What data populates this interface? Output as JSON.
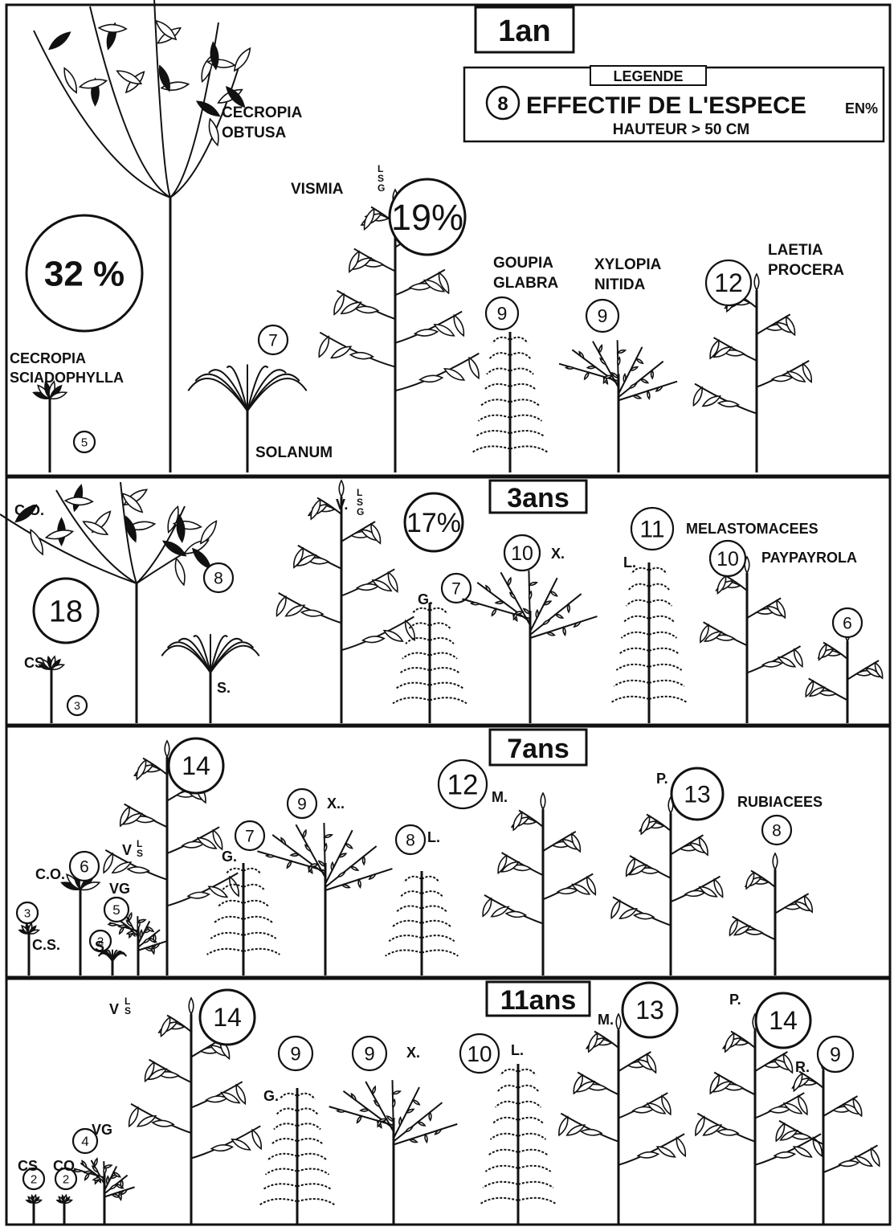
{
  "legend": {
    "title": "LEGENDE",
    "sample_number": "8",
    "line1": "EFFECTIF DE L'ESPECE",
    "line1_unit": "EN%",
    "line2": "HAUTEUR > 50 CM"
  },
  "panels": [
    {
      "title": "1an",
      "plants": [
        {
          "id": "cecropia-sciadophylla",
          "label": "CECROPIA\nSCIADOPHYLLA",
          "value": "5",
          "kind": "palmate",
          "h": 100
        },
        {
          "id": "cecropia-obtusa",
          "label": "CECROPIA\nOBTUSA",
          "value": "32 %",
          "kind": "cecropia",
          "h": 590
        },
        {
          "id": "solanum",
          "label": "SOLANUM",
          "value": "7",
          "kind": "umbrella",
          "h": 170
        },
        {
          "id": "vismia",
          "label": "VISMIA",
          "sublabel": "L\nS\nG",
          "value": "19%",
          "kind": "broad",
          "h": 340
        },
        {
          "id": "goupia-glabra",
          "label": "GOUPIA\nGLABRA",
          "value": "9",
          "kind": "fern",
          "h": 175
        },
        {
          "id": "xylopia-nitida",
          "label": "XYLOPIA\nNITIDA",
          "value": "9",
          "kind": "spray",
          "h": 175
        },
        {
          "id": "laetia-procera",
          "label": "LAETIA\nPROCERA",
          "value": "12",
          "kind": "broad",
          "h": 235
        }
      ]
    },
    {
      "title": "3ans",
      "plants": [
        {
          "id": "cecropia-sciadophylla",
          "label": "CS",
          "value": "3",
          "kind": "palmate",
          "h": 75
        },
        {
          "id": "cecropia-obtusa",
          "label": "C.O.",
          "value": "18",
          "kind": "cecropia",
          "h": 300
        },
        {
          "id": "solanum",
          "label": "S.",
          "value": "8",
          "kind": "umbrella",
          "h": 140
        },
        {
          "id": "vismia",
          "label": "V.",
          "sublabel": "L\nS\nG",
          "value": "17%",
          "kind": "broad",
          "h": 290
        },
        {
          "id": "goupia-glabra",
          "label": "G.",
          "value": "7",
          "kind": "fern",
          "h": 150
        },
        {
          "id": "xylopia-nitida",
          "label": "X.",
          "value": "10",
          "kind": "spray",
          "h": 200
        },
        {
          "id": "laetia-procera",
          "label": "L.",
          "value": "11",
          "kind": "fern",
          "h": 200
        },
        {
          "id": "melastomacees",
          "label": "MELASTOMACEES",
          "value": "10",
          "kind": "broad",
          "h": 195
        },
        {
          "id": "paypayrola",
          "label": "PAYPAYROLA",
          "value": "6",
          "kind": "broad",
          "h": 110
        }
      ]
    },
    {
      "title": "7ans",
      "plants": [
        {
          "id": "cecropia-sciadophylla",
          "label": "C.S.",
          "value": "3",
          "kind": "palmate",
          "h": 60
        },
        {
          "id": "cecropia-obtusa",
          "label": "C.O.",
          "value": "6",
          "kind": "palmate",
          "h": 115
        },
        {
          "id": "solanum",
          "label": "S.",
          "value": "2",
          "kind": "umbrella",
          "h": 40
        },
        {
          "id": "vismia-guianensis",
          "label": "VG",
          "value": "5",
          "kind": "spray",
          "h": 85
        },
        {
          "id": "vismia",
          "label": "V",
          "sublabel": "L\nS",
          "value": "14",
          "kind": "broad",
          "h": 280
        },
        {
          "id": "goupia-glabra",
          "label": "G.",
          "value": "7",
          "kind": "fern",
          "h": 140
        },
        {
          "id": "xylopia-nitida",
          "label": "X..",
          "value": "9",
          "kind": "spray",
          "h": 200
        },
        {
          "id": "laetia-procera",
          "label": "L.",
          "value": "8",
          "kind": "fern",
          "h": 130
        },
        {
          "id": "melastomacees",
          "label": "M.",
          "value": "12",
          "kind": "broad",
          "h": 215
        },
        {
          "id": "paypayrola",
          "label": "P.",
          "value": "13",
          "kind": "broad",
          "h": 210
        },
        {
          "id": "rubiacees",
          "label": "RUBIACEES",
          "value": "8",
          "kind": "broad",
          "h": 140
        }
      ]
    },
    {
      "title": "11ans",
      "plants": [
        {
          "id": "cecropia-sciadophylla",
          "label": "CS",
          "value": "2",
          "kind": "palmate",
          "h": 35
        },
        {
          "id": "cecropia-obtusa",
          "label": "CO",
          "value": "2",
          "kind": "palmate",
          "h": 35
        },
        {
          "id": "vismia-guianensis",
          "label": "VG",
          "value": "4",
          "kind": "spray",
          "h": 90
        },
        {
          "id": "vismia",
          "label": "V",
          "sublabel": "L\nS",
          "value": "14",
          "kind": "broad",
          "h": 270
        },
        {
          "id": "goupia-glabra",
          "label": "G.",
          "value": "9",
          "kind": "fern",
          "h": 170
        },
        {
          "id": "xylopia-nitida",
          "label": "X.",
          "value": "9",
          "kind": "spray",
          "h": 190
        },
        {
          "id": "laetia-procera",
          "label": "L.",
          "value": "10",
          "kind": "fern",
          "h": 200
        },
        {
          "id": "melastomacees",
          "label": "M.",
          "value": "13",
          "kind": "broad",
          "h": 250
        },
        {
          "id": "paypayrola",
          "label": "P.",
          "value": "14",
          "kind": "broad",
          "h": 250
        },
        {
          "id": "rubiacees",
          "label": "R.",
          "value": "9",
          "kind": "broad",
          "h": 200
        }
      ]
    }
  ]
}
